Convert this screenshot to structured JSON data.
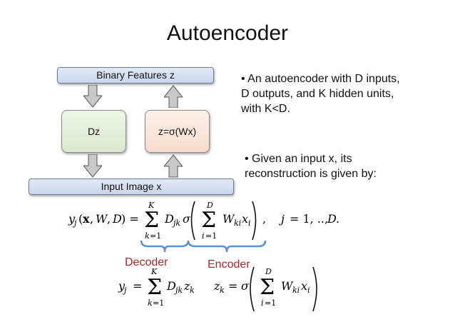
{
  "title": "Autoencoder",
  "diagram": {
    "top_bar": "Binary Features z",
    "bottom_bar": "Input Image x",
    "decoder_box": "Dz",
    "encoder_box": "z=σ(Wx)",
    "colors": {
      "bar_fill": "#d6e0f0",
      "decoder_fill": "#e6f0dc",
      "encoder_fill": "#fbe7dc",
      "arrow_fill": "#c8c8c8",
      "brace": "#5b8fd6",
      "label_red": "#a52a2a"
    }
  },
  "bullets": [
    {
      "lines": [
        "• An autoencoder with D inputs,",
        "D outputs, and K hidden units,",
        "with K<D."
      ]
    },
    {
      "lines": [
        "• Given an input x, its",
        "reconstruction is given by:"
      ]
    }
  ],
  "equations": {
    "main_lhs": "yj(x, W, D) =",
    "main_rhs_tail": ",   j = 1, .., D.",
    "decoder_label": "Decoder",
    "encoder_label": "Encoder"
  }
}
